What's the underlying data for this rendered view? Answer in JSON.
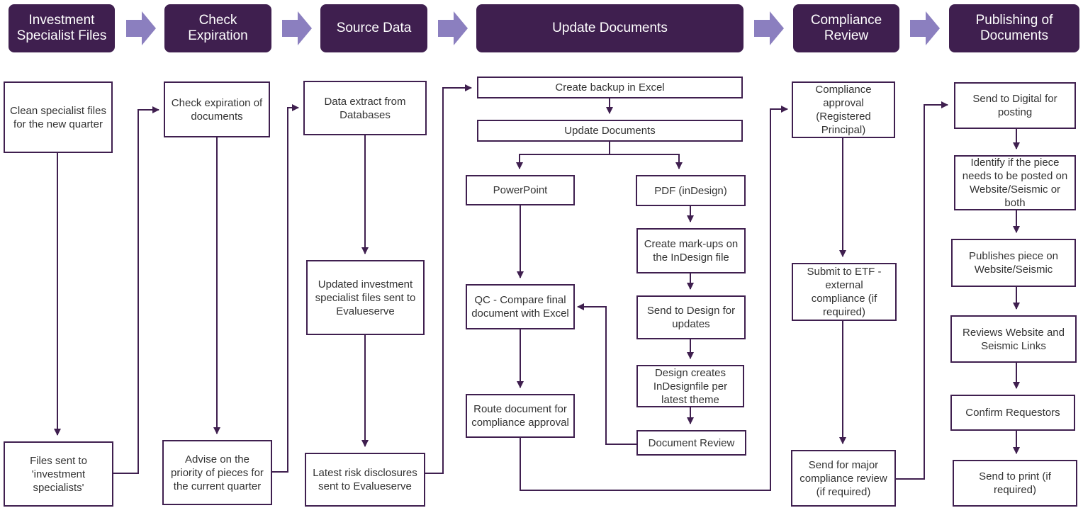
{
  "colors": {
    "header_bg": "#3f1f4f",
    "chevron": "#8b7fbf",
    "line": "#3f1f4f",
    "box_text": "#333333"
  },
  "headers": [
    "Investment Specialist Files",
    "Check Expiration",
    "Source Data",
    "Update Documents",
    "Compliance Review",
    "Publishing of Documents"
  ],
  "stages": {
    "investment": {
      "clean": "Clean specialist files for the new quarter",
      "files_sent": "Files sent to 'investment specialists'"
    },
    "expiration": {
      "check": "Check expiration of documents",
      "advise": "Advise on the priority of pieces for the current quarter"
    },
    "source": {
      "extract": "Data extract from Databases",
      "updated_files": "Updated investment specialist files sent to Evalueserve",
      "risk": "Latest risk disclosures sent to Evalueserve"
    },
    "update": {
      "backup": "Create backup in Excel",
      "update_docs": "Update Documents",
      "powerpoint": "PowerPoint",
      "pdf": "PDF (inDesign)",
      "markups": "Create mark-ups on the InDesign file",
      "qc": "QC - Compare final document with Excel",
      "send_design": "Send to Design for updates",
      "design_creates": "Design creates InDesignfile per latest theme",
      "route": "Route document for compliance approval",
      "doc_review": "Document Review"
    },
    "compliance": {
      "approval": "Compliance approval (Registered Principal)",
      "submit_etf": "Submit to ETF - external compliance (if required)",
      "major": "Send for major compliance review (if required)"
    },
    "publishing": {
      "digital": "Send to Digital for posting",
      "identify": "Identify if the piece needs to be posted on Website/Seismic or both",
      "publishes": "Publishes piece on Website/Seismic",
      "reviews": "Reviews Website and Seismic Links",
      "confirm": "Confirm Requestors",
      "print": "Send to print (if required)"
    }
  }
}
